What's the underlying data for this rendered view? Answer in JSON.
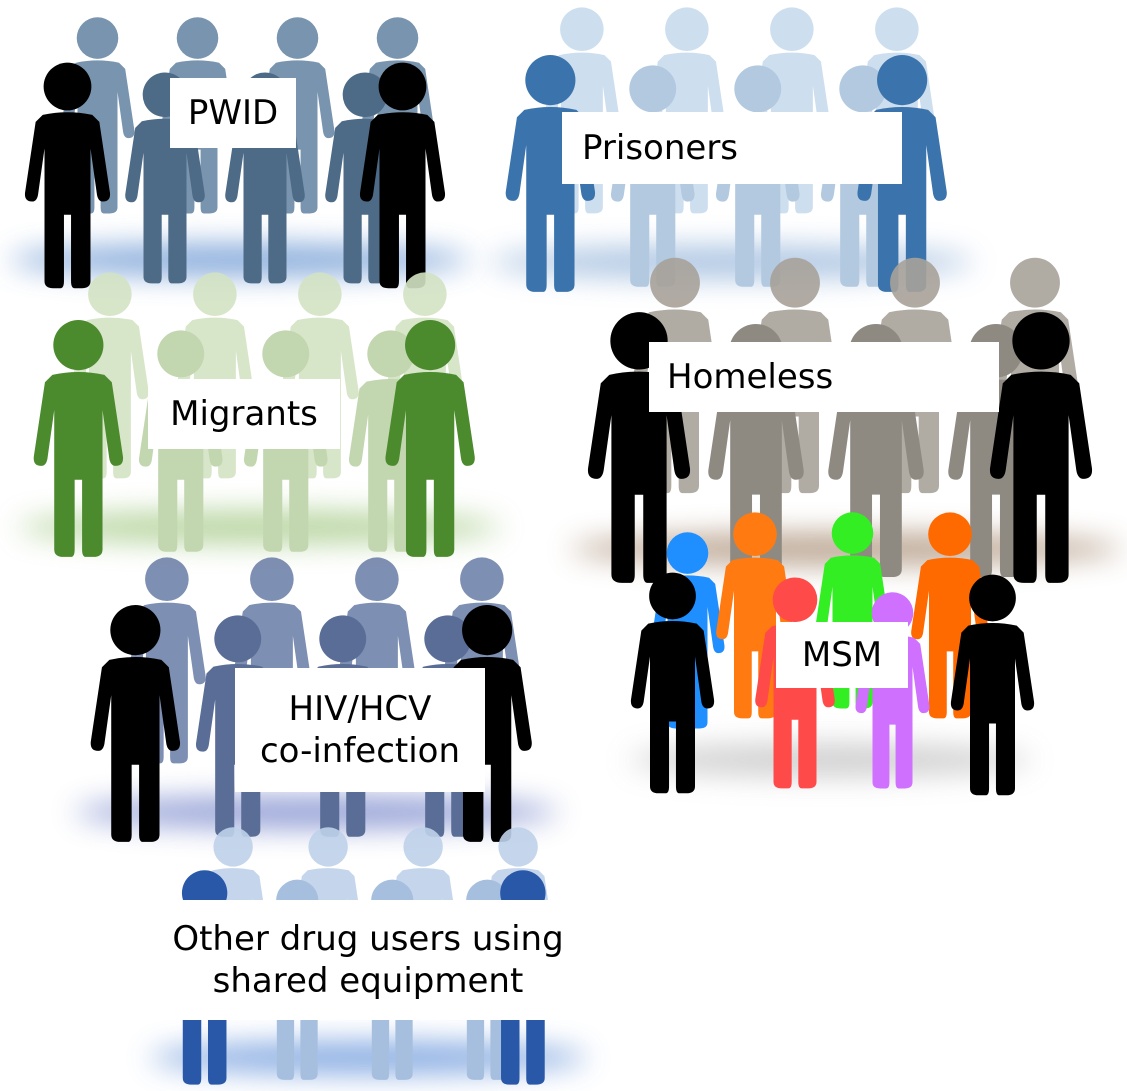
{
  "groups": [
    {
      "id": "pwid",
      "label": "PWID",
      "colors": {
        "front": "#4d6a86",
        "back": "#6b89a6",
        "side": "#000000"
      },
      "shadow": "#5f8fcf"
    },
    {
      "id": "prisoners",
      "label": "Prisoners",
      "colors": {
        "front": "#b2c9e0",
        "back": "#c8dbee",
        "side": "#3b74ac"
      },
      "shadow": "#8fb0d8"
    },
    {
      "id": "migrants",
      "label": "Migrants",
      "colors": {
        "front": "#c2d6b0",
        "back": "#d3e3c4",
        "side": "#4c8a2e"
      },
      "shadow": "#9ec67e"
    },
    {
      "id": "homeless",
      "label": "Homeless",
      "colors": {
        "front": "#8e8a82",
        "back": "#a8a29a",
        "side": "#000000"
      },
      "shadow": "#a4876d"
    },
    {
      "id": "msm",
      "label": "MSM",
      "colors": {
        "front": "#ff4a4a",
        "back": "#ff7b12",
        "side": "#000000",
        "extra": [
          "#1f8fff",
          "#33ee22",
          "#ff6a00",
          "#d070ff"
        ]
      },
      "shadow": "#bdbdbd"
    },
    {
      "id": "coinfection",
      "label": "HIV/HCV\nco-infection",
      "colors": {
        "front": "#5a6d96",
        "back": "#7083aa",
        "side": "#000000"
      },
      "shadow": "#6f80c8"
    },
    {
      "id": "other-drug-users",
      "label": "Other drug users using\nshared equipment",
      "colors": {
        "front": "#a7bfdf",
        "back": "#bfd2ea",
        "side": "#2a58a8"
      },
      "shadow": "#5f8fd8"
    }
  ]
}
